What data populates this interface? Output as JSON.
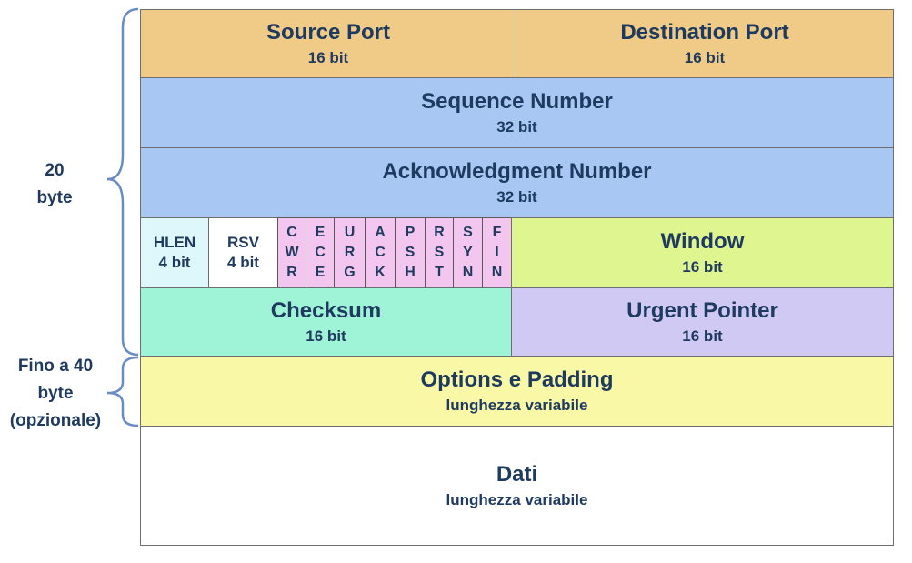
{
  "side": {
    "header_size": "20\nbyte",
    "options_size": "Fino a 40\nbyte\n(opzionale)"
  },
  "fields": {
    "source_port": {
      "name": "Source Port",
      "size": "16 bit",
      "color": "#f0cb87"
    },
    "destination_port": {
      "name": "Destination Port",
      "size": "16 bit",
      "color": "#f0cb87"
    },
    "sequence_number": {
      "name": "Sequence Number",
      "size": "32 bit",
      "color": "#a9c7f3"
    },
    "ack_number": {
      "name": "Acknowledgment Number",
      "size": "32 bit",
      "color": "#a9c7f3"
    },
    "hlen": {
      "name": "HLEN",
      "size": "4 bit",
      "color": "#ddf7fb"
    },
    "rsv": {
      "name": "RSV",
      "size": "4 bit",
      "color": "#ffffff"
    },
    "window": {
      "name": "Window",
      "size": "16 bit",
      "color": "#def590"
    },
    "checksum": {
      "name": "Checksum",
      "size": "16 bit",
      "color": "#9ff3d6"
    },
    "urgent_pointer": {
      "name": "Urgent Pointer",
      "size": "16 bit",
      "color": "#cfc9f3"
    },
    "options": {
      "name": "Options e Padding",
      "size": "lunghezza variabile",
      "color": "#f8f8a6"
    },
    "data": {
      "name": "Dati",
      "size": "lunghezza variabile",
      "color": "#ffffff"
    }
  },
  "flags": {
    "color": "#f2c6ef",
    "items": [
      {
        "letters": [
          "C",
          "W",
          "R"
        ]
      },
      {
        "letters": [
          "E",
          "C",
          "E"
        ]
      },
      {
        "letters": [
          "U",
          "R",
          "G"
        ]
      },
      {
        "letters": [
          "A",
          "C",
          "K"
        ]
      },
      {
        "letters": [
          "P",
          "S",
          "H"
        ]
      },
      {
        "letters": [
          "R",
          "S",
          "T"
        ]
      },
      {
        "letters": [
          "S",
          "Y",
          "N"
        ]
      },
      {
        "letters": [
          "F",
          "I",
          "N"
        ]
      }
    ]
  }
}
